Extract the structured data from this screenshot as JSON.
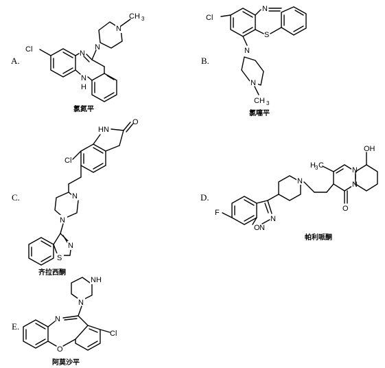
{
  "options": [
    {
      "letter": "A.",
      "name": "氯氮平"
    },
    {
      "letter": "B.",
      "name": "氯噻平"
    },
    {
      "letter": "C.",
      "name": "齐拉西酮"
    },
    {
      "letter": "D.",
      "name": "帕利哌酮"
    },
    {
      "letter": "E.",
      "name": "阿莫沙平"
    }
  ],
  "atoms": {
    "N": "N",
    "H": "H",
    "Cl": "Cl",
    "S": "S",
    "O": "O",
    "F": "F",
    "NH": "NH",
    "HN": "HN",
    "OH": "OH",
    "CH": "CH",
    "three": "3",
    "HC": "H",
    "C": "C"
  }
}
